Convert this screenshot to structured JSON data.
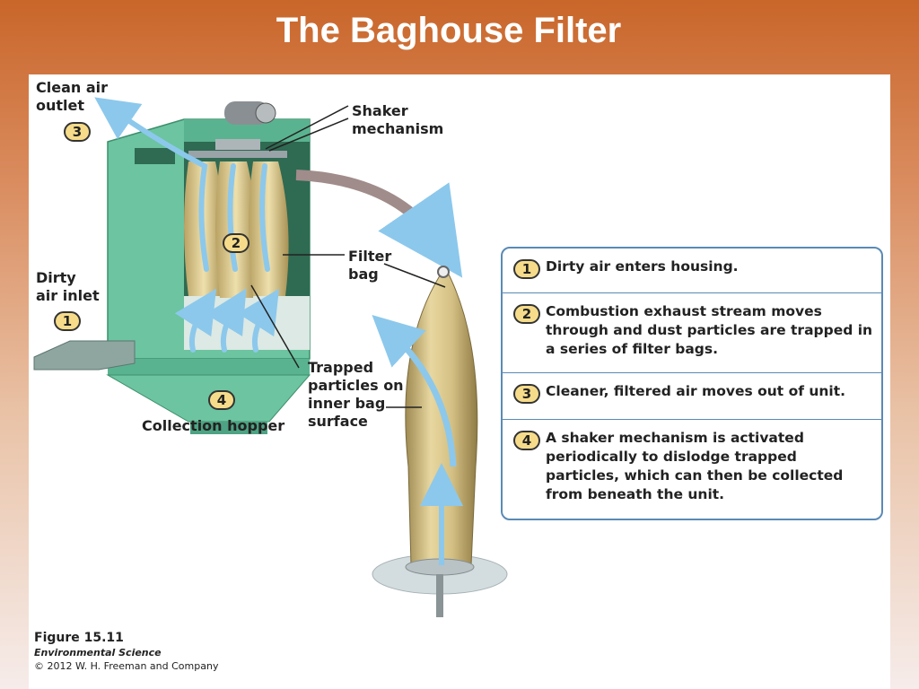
{
  "title": "The Baghouse Filter",
  "labels": {
    "clean_air_outlet": "Clean air\noutlet",
    "shaker_mechanism": "Shaker\nmechanism",
    "filter_bag": "Filter\nbag",
    "dirty_air_inlet": "Dirty\nair inlet",
    "trapped_particles": "Trapped\nparticles on\ninner bag\nsurface",
    "collection_hopper": "Collection hopper"
  },
  "badges": {
    "outlet": "3",
    "bags": "2",
    "inlet": "1",
    "hopper": "4"
  },
  "steps": [
    {
      "number": "1",
      "text": "Dirty air enters housing."
    },
    {
      "number": "2",
      "text": "Combustion exhaust stream moves through and dust particles are trapped in a series of filter bags."
    },
    {
      "number": "3",
      "text": "Cleaner, filtered air moves out of unit."
    },
    {
      "number": "4",
      "text": "A shaker mechanism is activated periodically to dislodge trapped particles, which can then be collected from beneath the unit."
    }
  ],
  "caption": {
    "figure": "Figure 15.11",
    "book": "Environmental Science",
    "copyright": "© 2012 W. H. Freeman and Company"
  },
  "colors": {
    "housing": "#6cc4a0",
    "bag": "#d9c48c",
    "air_flow": "#8cc8ec",
    "step_border": "#5a8ab5"
  }
}
